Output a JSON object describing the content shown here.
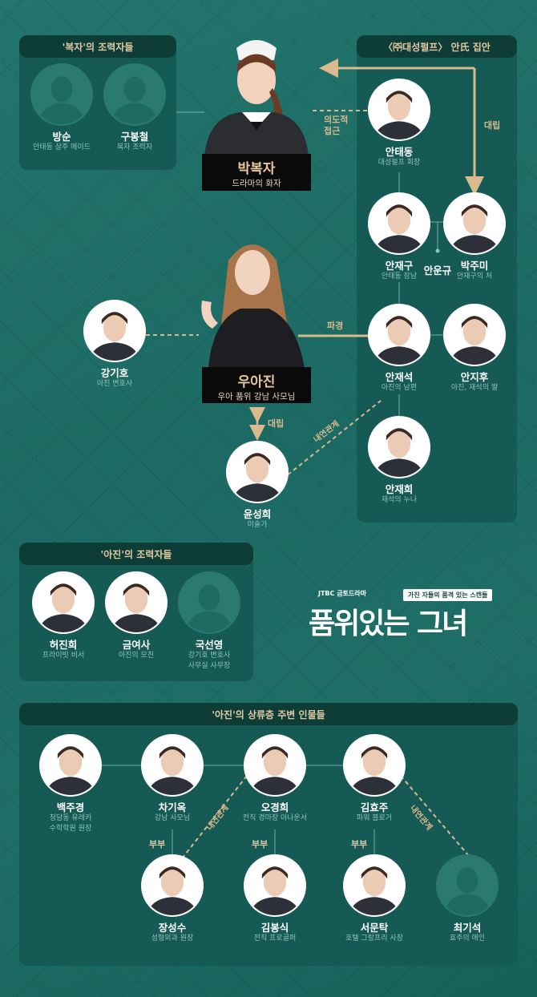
{
  "colors": {
    "background": "#1e6b64",
    "panel": "#155a54",
    "header": "#0e3d38",
    "accent": "#d9b98d",
    "role": "#8cc3bc"
  },
  "panels": {
    "bokja_helpers": "'복자'의 조력자들",
    "ahn_family": "〈㈜대성펄프〉 안氏 집안",
    "ajin_helpers": "'아진'의 조력자들",
    "upper_class": "'아진'의 상류층 주변 인물들"
  },
  "leads": {
    "bokja": {
      "name": "박복자",
      "role": "드라마의 화자"
    },
    "ajin": {
      "name": "우아진",
      "role": "우아 품위 강남 사모님"
    }
  },
  "relations": {
    "intentional": "의도적 접근",
    "conflict1": "대립",
    "breakup": "파경",
    "conflict2": "대립",
    "affair1": "내연관계",
    "affair2": "내연관계",
    "affair3": "내연관계",
    "couple1": "부부",
    "couple2": "부부",
    "couple3": "부부"
  },
  "people": [
    {
      "id": "bangsun",
      "name": "방순",
      "role": "안태동 상주 메이드",
      "silhouette": true
    },
    {
      "id": "gubongcheol",
      "name": "구봉철",
      "role": "복자 조력자",
      "silhouette": true
    },
    {
      "id": "antaedong",
      "name": "안태동",
      "role": "대성펄프 회장"
    },
    {
      "id": "anjaegu",
      "name": "안재구",
      "role": "안태동 장남"
    },
    {
      "id": "parkjumi",
      "name": "박주미",
      "role": "안재구의 처"
    },
    {
      "id": "anungyu",
      "name": "안운규",
      "role": "",
      "nophoto": true
    },
    {
      "id": "kanggiho",
      "name": "강기호",
      "role": "아진 변호사"
    },
    {
      "id": "anjaeseok",
      "name": "안재석",
      "role": "아진의 남편"
    },
    {
      "id": "anjihu",
      "name": "안지후",
      "role": "아진, 재석의 딸"
    },
    {
      "id": "anjaehee",
      "name": "안재희",
      "role": "재석의 누나"
    },
    {
      "id": "yunsunghee",
      "name": "윤성희",
      "role": "미술가"
    },
    {
      "id": "heojinhee",
      "name": "허진희",
      "role": "프라이빗 비서"
    },
    {
      "id": "geumyeosa",
      "name": "금여사",
      "role": "아진의 모친"
    },
    {
      "id": "guksunyoung",
      "name": "국선영",
      "role": "강기호 변호사\n사무실 사무장",
      "silhouette": true
    },
    {
      "id": "baekjugyeong",
      "name": "백주경",
      "role": "청담동 유레카\n수학학원 원장"
    },
    {
      "id": "chagiok",
      "name": "차기옥",
      "role": "강남 사모님"
    },
    {
      "id": "ogyeonghee",
      "name": "오경희",
      "role": "전직 경마장 아나운서"
    },
    {
      "id": "kimhyoju",
      "name": "김효주",
      "role": "파워 블로거"
    },
    {
      "id": "jangseongsu",
      "name": "장성수",
      "role": "성형외과 원장"
    },
    {
      "id": "kimbongsik",
      "name": "김봉식",
      "role": "전직 프로골퍼"
    },
    {
      "id": "seomuntak",
      "name": "서문탁",
      "role": "호텔 그랑프리 사장"
    },
    {
      "id": "choigiseok",
      "name": "최기석",
      "role": "효주의 애인",
      "silhouette": true
    }
  ],
  "logo": {
    "network": "JTBC 금토드라마",
    "tagline": "가진 자들의 품격 있는 스캔들",
    "title": "품위있는 그녀"
  }
}
